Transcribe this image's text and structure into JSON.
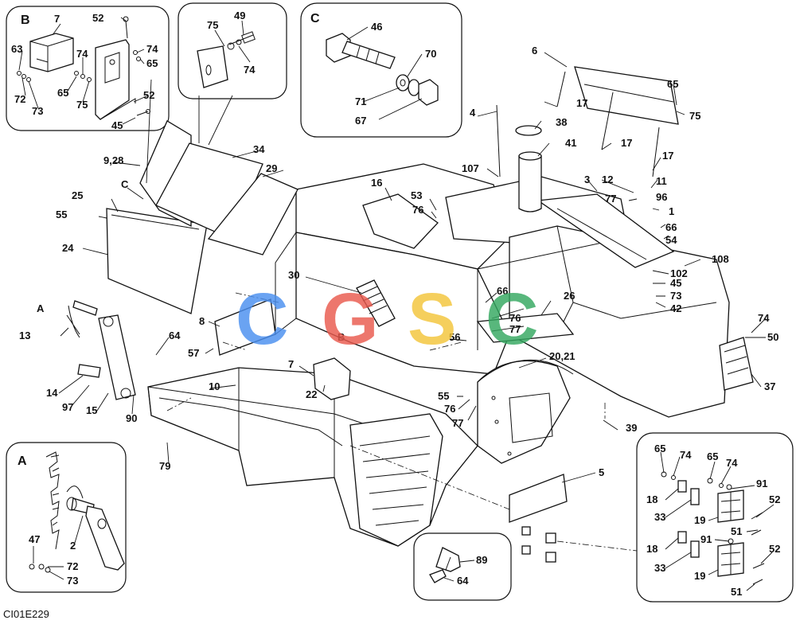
{
  "caption": "CI01E229",
  "insets": {
    "B": "B",
    "C": "C",
    "A": "A"
  },
  "callouts": {
    "A": "A",
    "C": "C",
    "B": "B"
  },
  "watermark": {
    "letters": [
      "C",
      "G",
      "S",
      "C"
    ],
    "colors": [
      "#4a8ff0",
      "#ea5a4e",
      "#f3c53a",
      "#34a860"
    ]
  },
  "labels": {
    "l1": "1",
    "l2": "2",
    "l3": "3",
    "l4": "4",
    "l5": "5",
    "l6": "6",
    "l7": "7",
    "l7b": "7",
    "l8": "8",
    "l10": "10",
    "l11": "11",
    "l12": "12",
    "l13": "13",
    "l14": "14",
    "l15": "15",
    "l16": "16",
    "l17a": "17",
    "l17b": "17",
    "l17c": "17",
    "l18a": "18",
    "l18b": "18",
    "l19a": "19",
    "l19b": "19",
    "l2021": "20,21",
    "l22": "22",
    "l24": "24",
    "l25": "25",
    "l26": "26",
    "l928": "9,28",
    "l29": "29",
    "l30": "30",
    "l33a": "33",
    "l33b": "33",
    "l34": "34",
    "l37": "37",
    "l38": "38",
    "l39": "39",
    "l41": "41",
    "l42": "42",
    "l45a": "45",
    "l45b": "45",
    "l46": "46",
    "l47": "47",
    "l49": "49",
    "l50": "50",
    "l51a": "51",
    "l51b": "51",
    "l52a": "52",
    "l52b": "52",
    "l52c": "52",
    "l52d": "52",
    "l53": "53",
    "l54": "54",
    "l55a": "55",
    "l55b": "55",
    "l56": "56",
    "l57": "57",
    "l63": "63",
    "l64a": "64",
    "l64b": "64",
    "l65a": "65",
    "l65b": "65",
    "l65c": "65",
    "l65d": "65",
    "l65e": "65",
    "l66a": "66",
    "l66b": "66",
    "l67": "67",
    "l70": "70",
    "l71": "71",
    "l72a": "72",
    "l72b": "72",
    "l73a": "73",
    "l73b": "73",
    "l73c": "73",
    "l74a": "74",
    "l74b": "74",
    "l74c": "74",
    "l74d": "74",
    "l74e": "74",
    "l75a": "75",
    "l75b": "75",
    "l75c": "75",
    "l76a": "76",
    "l76b": "76",
    "l76c": "76",
    "l77a": "77",
    "l77b": "77",
    "l77c": "77",
    "l79": "79",
    "l89": "89",
    "l90": "90",
    "l91a": "91",
    "l91b": "91",
    "l96": "96",
    "l97": "97",
    "l102": "102",
    "l107": "107",
    "l108": "108"
  }
}
